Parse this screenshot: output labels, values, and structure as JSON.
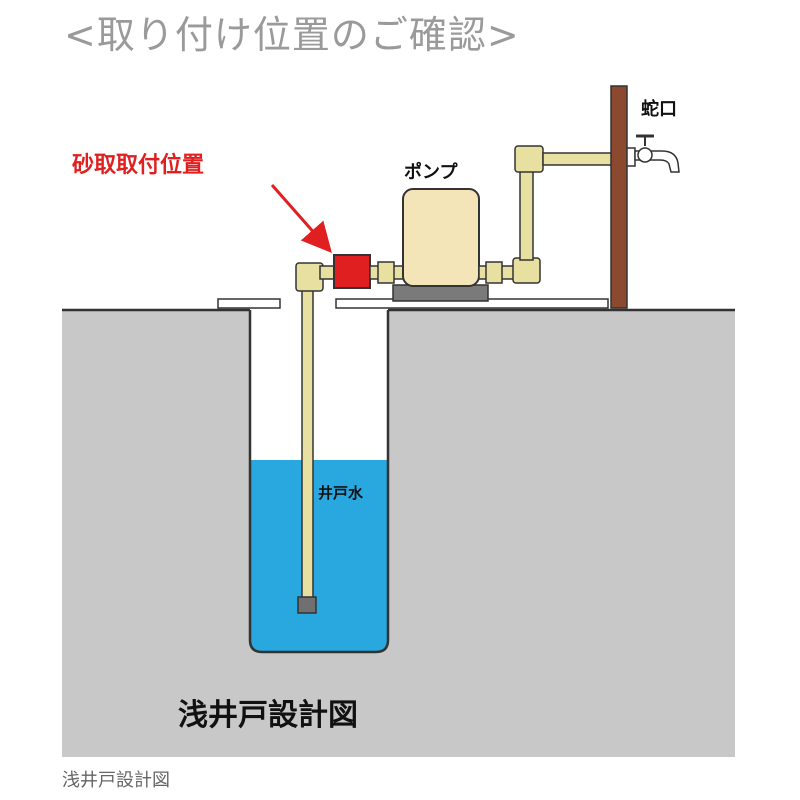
{
  "heading": "<取り付け位置のご確認>",
  "labels": {
    "filter_position": "砂取取付位置",
    "pump": "ポンプ",
    "faucet": "蛇口",
    "well_water": "井戸水",
    "diagram_title": "浅井戸設計図"
  },
  "caption": "浅井戸設計図",
  "colors": {
    "ground": "#c8c8c8",
    "water": "#29a8e0",
    "pipe": "#e8e0a0",
    "pump_body": "#f3e5b8",
    "filter": "#e02020",
    "annotation": "#e02020",
    "faucet_post": "#8b4a2f"
  }
}
